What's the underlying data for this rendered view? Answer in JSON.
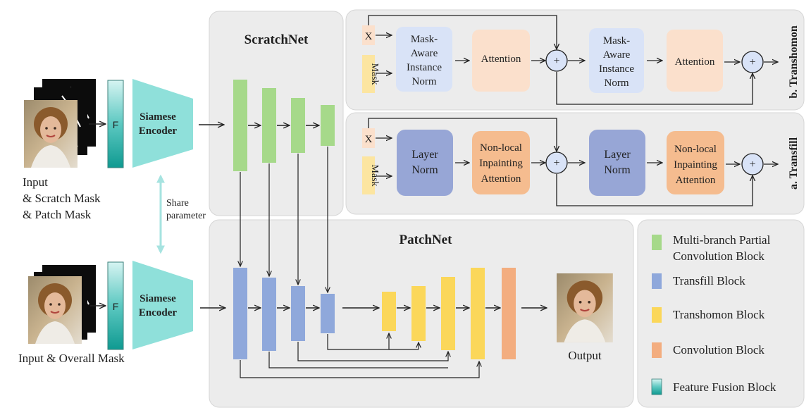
{
  "colors": {
    "panel_bg": "#ececec",
    "panel_border": "#d4d4d4",
    "green_block": "#a6d98a",
    "blue_block": "#8fa8db",
    "yellow_block": "#fbd75a",
    "orange_block": "#f3ad7f",
    "teal_dark": "#1aa39b",
    "teal_light": "#c9eeec",
    "encoder_fill": "#8fe0da",
    "share_arrow": "#a6e3e0",
    "mask_aware_norm": "#d9e3f7",
    "attention_light": "#fbe0cc",
    "layer_norm": "#97a6d6",
    "nonlocal": "#f5bc8f",
    "x_box": "#fbe0cc",
    "mask_box": "#fce5a0"
  },
  "left": {
    "input_label_lines": [
      "Input",
      "& Scratch Mask",
      "& Patch Mask"
    ],
    "input2_label": "Input & Overall Mask",
    "share_label_lines": [
      "Share",
      "parameter"
    ],
    "fusion_letter": "F",
    "encoder_label_lines": [
      "Siamese",
      "Encoder"
    ]
  },
  "scratchnet": {
    "title": "ScratchNet"
  },
  "patchnet": {
    "title": "PatchNet",
    "output_label": "Output"
  },
  "transhomon": {
    "side_label": "b. Transhomon",
    "x_label": "X",
    "mask_label": "Mask",
    "norm_label_lines": [
      "Mask-",
      "Aware",
      "Instance",
      "Norm"
    ],
    "attention_label": "Attention",
    "plus": "+"
  },
  "transfill": {
    "side_label": "a. Transfill",
    "x_label": "X",
    "mask_label": "Mask",
    "norm_label_lines": [
      "Layer",
      "Norm"
    ],
    "attention_label_lines": [
      "Non-local",
      "Inpainting",
      "Attention"
    ],
    "plus": "+"
  },
  "legend": [
    {
      "label_lines": [
        "Multi-branch Partial",
        "Convolution Block"
      ],
      "color": "#a6d98a"
    },
    {
      "label_lines": [
        "Transfill Block"
      ],
      "color": "#8fa8db"
    },
    {
      "label_lines": [
        "Transhomon Block"
      ],
      "color": "#fbd75a"
    },
    {
      "label_lines": [
        "Convolution Block"
      ],
      "color": "#f3ad7f"
    },
    {
      "label_lines": [
        "Feature Fusion Block"
      ],
      "color": "gradient"
    }
  ]
}
